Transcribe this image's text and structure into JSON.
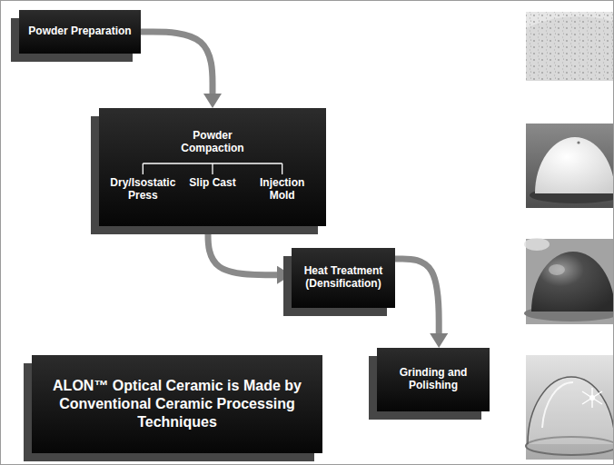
{
  "diagram": {
    "nodes": [
      {
        "text": [
          "Powder Preparation"
        ]
      },
      {
        "text": [
          "Powder Compaction",
          "Dry/Isostatic Press",
          "Slip Cast",
          "Injection Mold"
        ]
      },
      {
        "text": [
          "Heat Treatment (Densification)"
        ]
      },
      {
        "text": [
          "Grinding and Polishing"
        ]
      },
      {
        "text": [
          "ALON™ Optical Ceramic is Made by Conventional Ceramic Processing Techniques"
        ]
      }
    ],
    "edges": [
      {
        "from": 0,
        "to": 1,
        "arrow": "to"
      },
      {
        "from": 1,
        "to": 2,
        "arrow": "to"
      },
      {
        "from": 2,
        "to": 3,
        "arrow": "to"
      }
    ]
  }
}
